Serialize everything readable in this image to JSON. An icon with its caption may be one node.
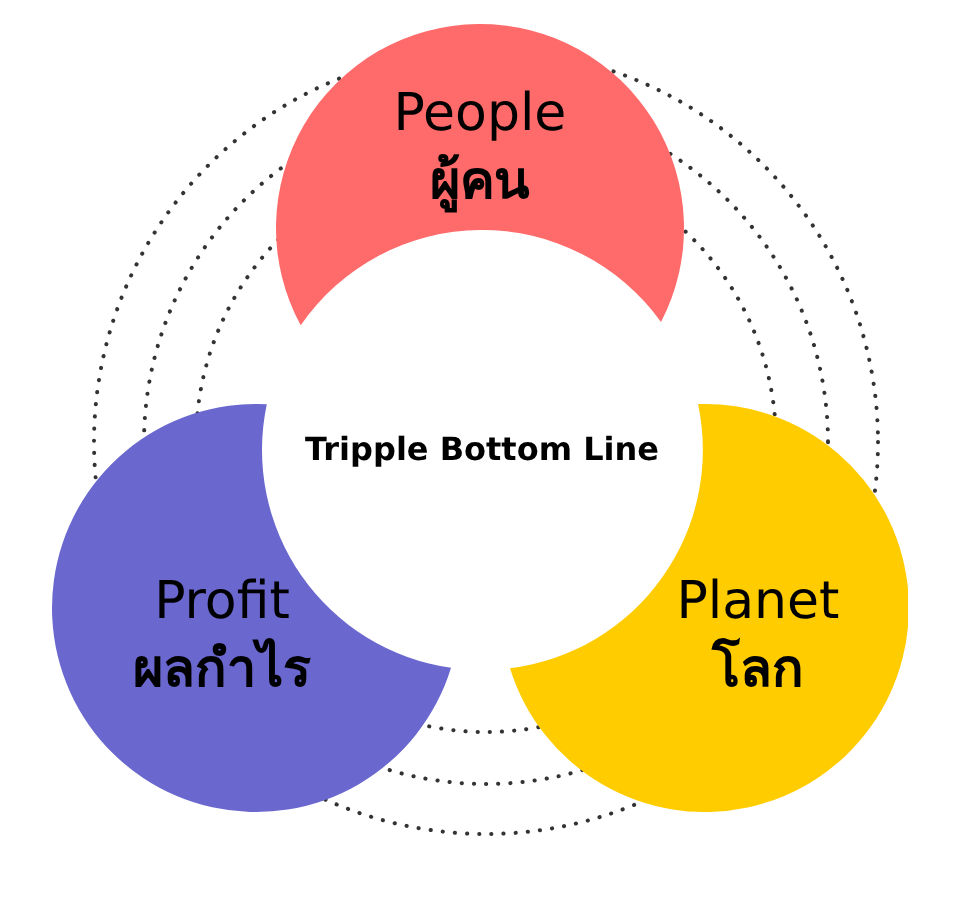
{
  "diagram": {
    "nodes": [
      {
        "text": [
          "Tripple Bottom Line"
        ]
      },
      {
        "text": [
          "People",
          "ผู้คน"
        ]
      },
      {
        "text": [
          "Profit",
          "ผลกำไร"
        ]
      },
      {
        "text": [
          "Planet",
          "โลก"
        ]
      }
    ]
  }
}
